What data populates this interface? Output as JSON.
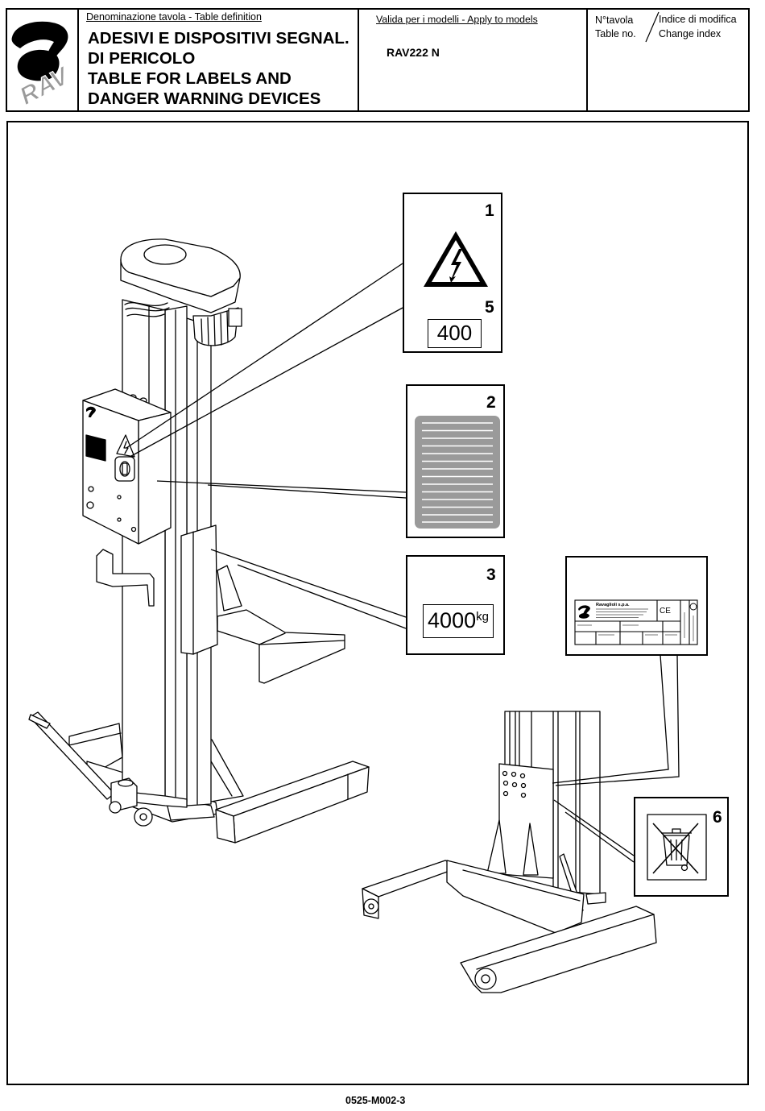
{
  "header": {
    "logo_text": "RAV",
    "definition_label": "Denominazione tavola - Table definition",
    "title": {
      "line1": "ADESIVI E DISPOSITIVI SEGNAL.",
      "line2": "DI PERICOLO",
      "line3": "TABLE FOR LABELS AND",
      "line4": "DANGER WARNING DEVICES"
    },
    "models_label": "Valida per i modelli - Apply to models",
    "model": "RAV222 N",
    "table_no_label": {
      "it": "N°tavola",
      "en": "Table no."
    },
    "change_index_label": {
      "it": "Indice di modifica",
      "en": "Change index"
    }
  },
  "labels": {
    "label_1": {
      "number": "1",
      "icon": "electric-hazard-icon"
    },
    "label_5": {
      "number": "5",
      "value": "400"
    },
    "label_2": {
      "number": "2",
      "icon": "text-plate-icon"
    },
    "label_3": {
      "number": "3",
      "value": "4000",
      "unit": "kg"
    },
    "label_4": {
      "icon": "nameplate-icon",
      "manufacturer": "Ravaglioli s.p.a.",
      "mark": "CE"
    },
    "label_6": {
      "number": "6",
      "icon": "crossed-out-bin-icon"
    }
  },
  "footer": {
    "code": "0525-M002-3"
  }
}
